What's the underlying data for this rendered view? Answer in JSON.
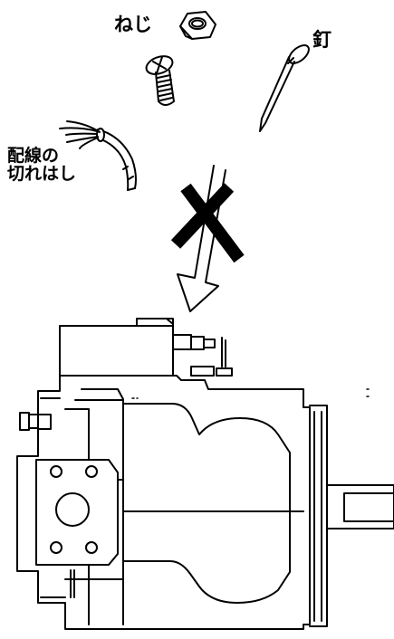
{
  "labels": {
    "screw": "ねじ",
    "nail": "釘",
    "wire_line1": "配線の",
    "wire_line2": "切れはし"
  },
  "colors": {
    "ink": "#000000",
    "background": "#ffffff"
  },
  "icons": {
    "prohibition": "x-mark",
    "direction": "down-arrow"
  }
}
